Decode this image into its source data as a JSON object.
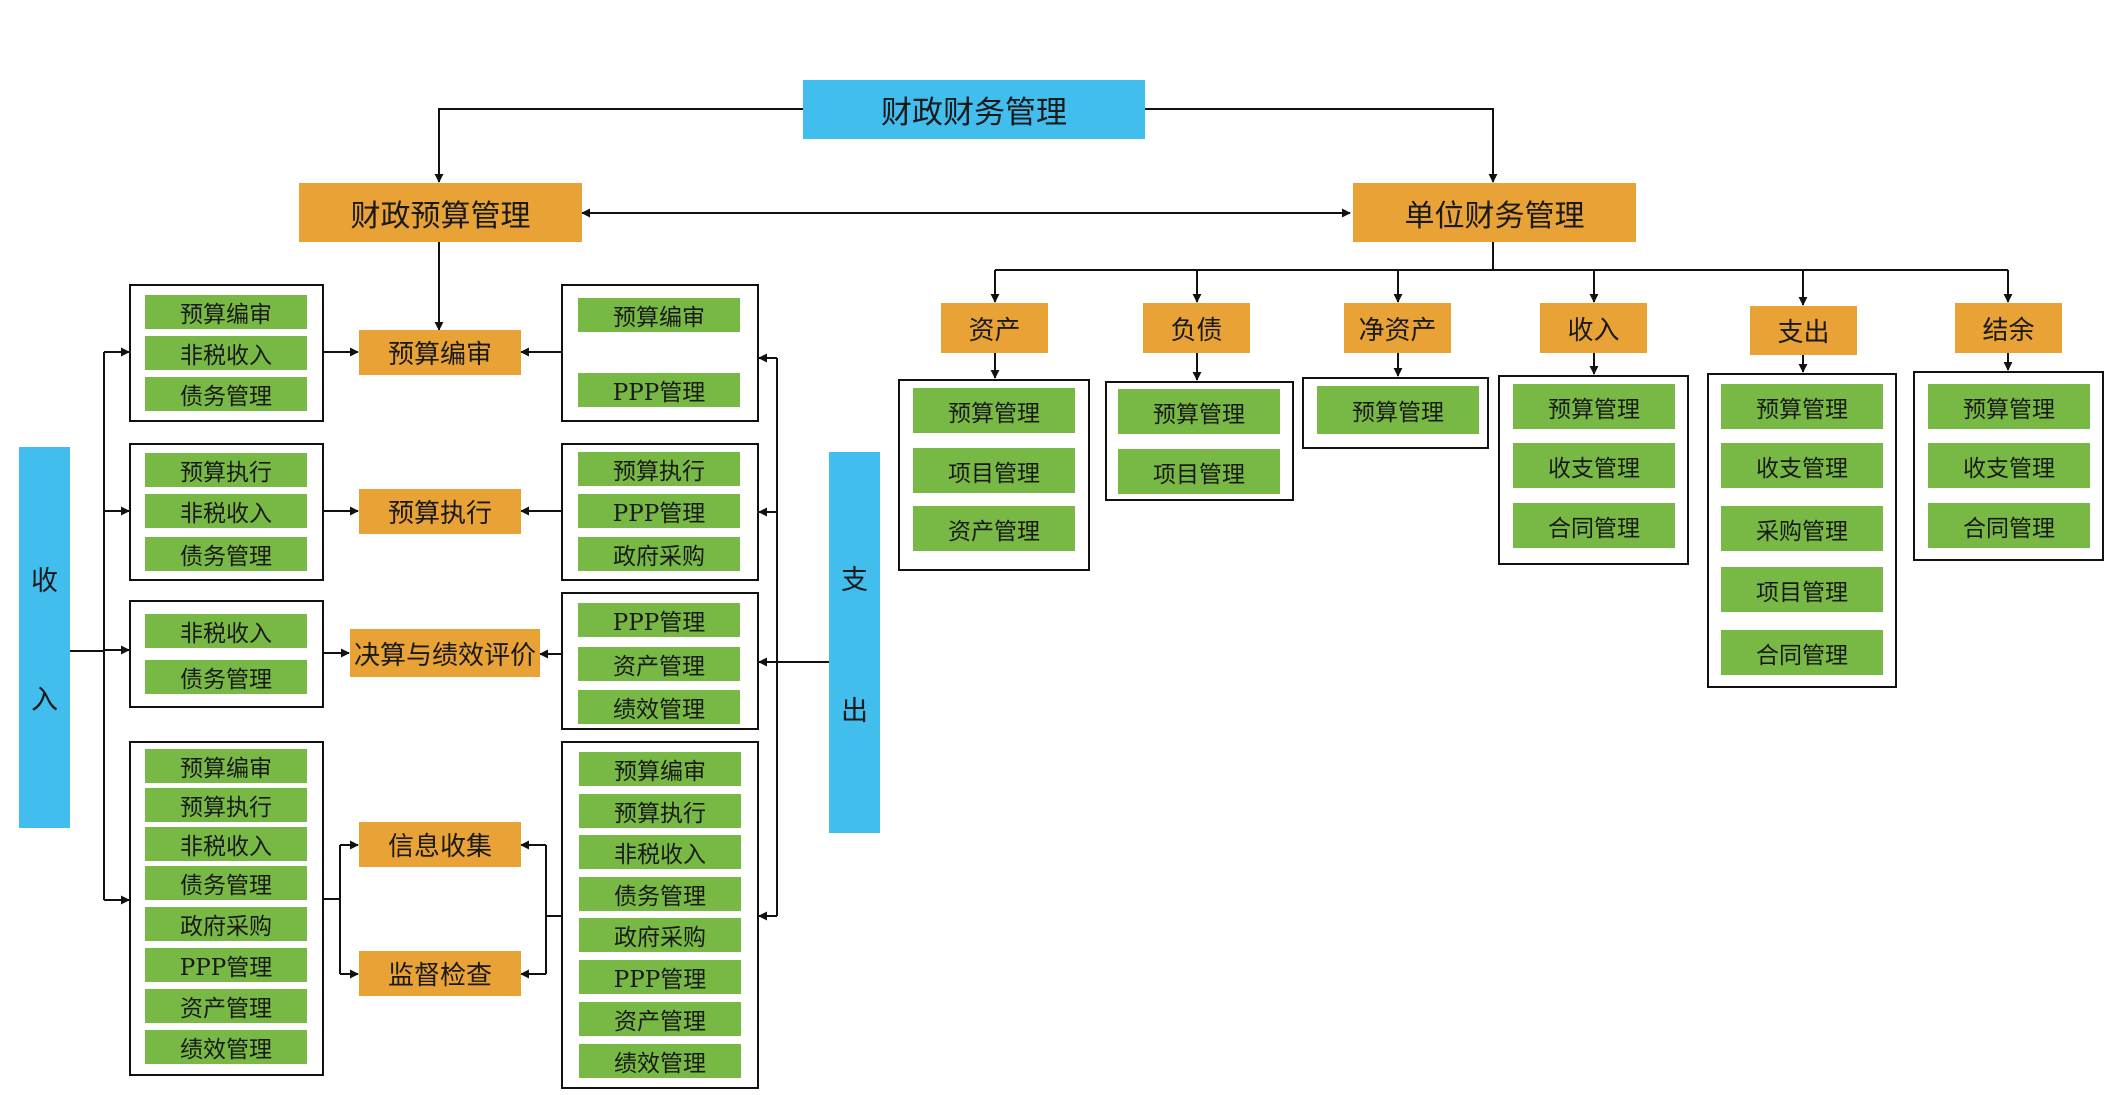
{
  "root": "财政财务管理",
  "left_branch": {
    "title": "财政预算管理",
    "income_label": [
      "收",
      "入"
    ],
    "expense_label": [
      "支",
      "出"
    ],
    "stages": [
      {
        "name": "预算编审",
        "income_items": [
          "预算编审",
          "非税收入",
          "债务管理"
        ],
        "expense_items": [
          "预算编审",
          "PPP管理"
        ]
      },
      {
        "name": "预算执行",
        "income_items": [
          "预算执行",
          "非税收入",
          "债务管理"
        ],
        "expense_items": [
          "预算执行",
          "PPP管理",
          "政府采购"
        ]
      },
      {
        "name": "决算与绩效评价",
        "income_items": [
          "非税收入",
          "债务管理"
        ],
        "expense_items": [
          "PPP管理",
          "资产管理",
          "绩效管理"
        ]
      }
    ],
    "oversight": {
      "nodes": [
        "信息收集",
        "监督检查"
      ],
      "income_items": [
        "预算编审",
        "预算执行",
        "非税收入",
        "债务管理",
        "政府采购",
        "PPP管理",
        "资产管理",
        "绩效管理"
      ],
      "expense_items": [
        "预算编审",
        "预算执行",
        "非税收入",
        "债务管理",
        "政府采购",
        "PPP管理",
        "资产管理",
        "绩效管理"
      ]
    }
  },
  "right_branch": {
    "title": "单位财务管理",
    "categories": [
      {
        "name": "资产",
        "items": [
          "预算管理",
          "项目管理",
          "资产管理"
        ]
      },
      {
        "name": "负债",
        "items": [
          "预算管理",
          "项目管理"
        ]
      },
      {
        "name": "净资产",
        "items": [
          "预算管理"
        ]
      },
      {
        "name": "收入",
        "items": [
          "预算管理",
          "收支管理",
          "合同管理"
        ]
      },
      {
        "name": "支出",
        "items": [
          "预算管理",
          "收支管理",
          "采购管理",
          "项目管理",
          "合同管理"
        ]
      },
      {
        "name": "结余",
        "items": [
          "预算管理",
          "收支管理",
          "合同管理"
        ]
      }
    ]
  },
  "colors": {
    "blue": "#41bdee",
    "orange": "#e8a236",
    "green": "#78b844",
    "line": "#111111"
  }
}
